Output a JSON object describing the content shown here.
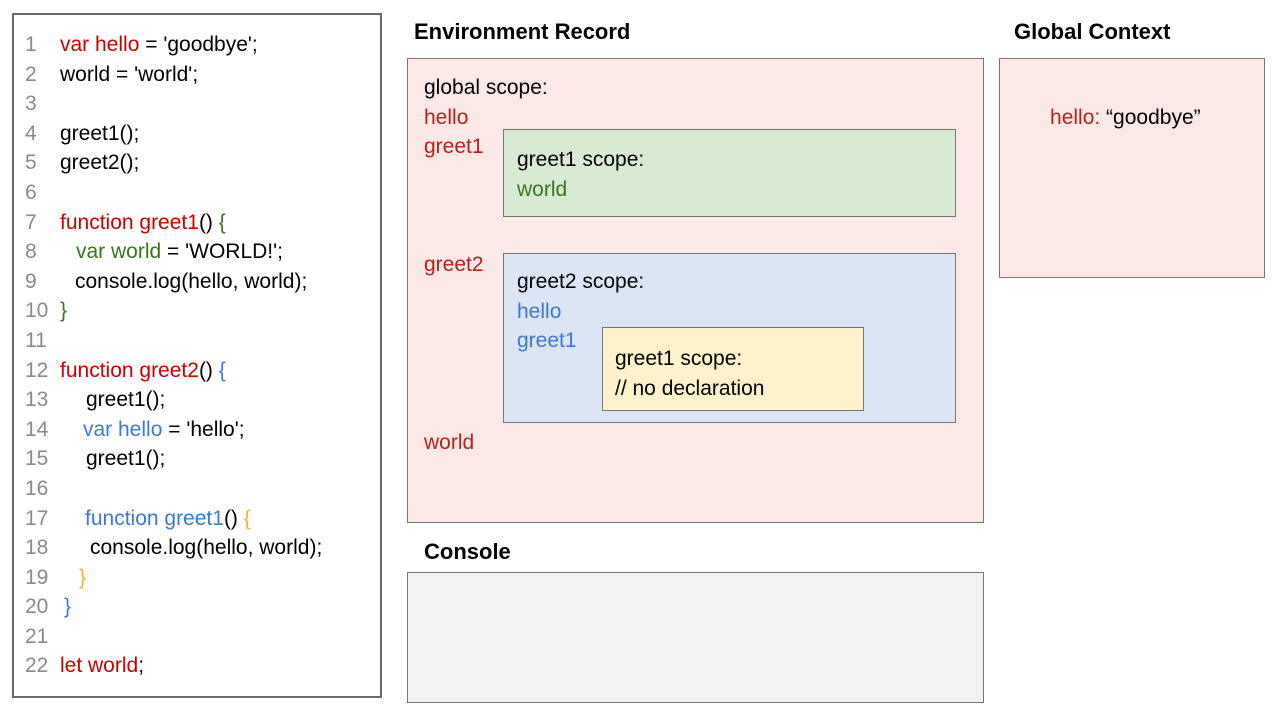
{
  "titles": {
    "environment_record": "Environment Record",
    "global_context": "Global Context",
    "console": "Console"
  },
  "code": {
    "lines": [
      {
        "num": "1",
        "indent": 0,
        "segs": [
          {
            "c": "red",
            "t": "var hello"
          },
          {
            "c": "k",
            "t": " = 'goodbye';"
          }
        ]
      },
      {
        "num": "2",
        "indent": 0,
        "segs": [
          {
            "c": "k",
            "t": "world = 'world';"
          }
        ]
      },
      {
        "num": "3",
        "indent": 0,
        "segs": []
      },
      {
        "num": "4",
        "indent": 0,
        "segs": [
          {
            "c": "k",
            "t": "greet1();"
          }
        ]
      },
      {
        "num": "5",
        "indent": 0,
        "segs": [
          {
            "c": "k",
            "t": "greet2();"
          }
        ]
      },
      {
        "num": "6",
        "indent": 0,
        "segs": []
      },
      {
        "num": "7",
        "indent": 0,
        "segs": [
          {
            "c": "red",
            "t": "function greet1"
          },
          {
            "c": "k",
            "t": "() "
          },
          {
            "c": "green",
            "t": "{"
          }
        ]
      },
      {
        "num": "8",
        "indent": 16,
        "segs": [
          {
            "c": "green",
            "t": "var world"
          },
          {
            "c": "k",
            "t": " = 'WORLD!';"
          }
        ]
      },
      {
        "num": "9",
        "indent": 15,
        "segs": [
          {
            "c": "k",
            "t": "console.log(hello, world);"
          }
        ]
      },
      {
        "num": "10",
        "indent": 0,
        "segs": [
          {
            "c": "green",
            "t": "}"
          }
        ]
      },
      {
        "num": "11",
        "indent": 0,
        "segs": []
      },
      {
        "num": "12",
        "indent": 0,
        "segs": [
          {
            "c": "red",
            "t": "function greet2"
          },
          {
            "c": "k",
            "t": "() "
          },
          {
            "c": "blue",
            "t": "{"
          }
        ]
      },
      {
        "num": "13",
        "indent": 26,
        "segs": [
          {
            "c": "k",
            "t": "greet1();"
          }
        ]
      },
      {
        "num": "14",
        "indent": 23,
        "segs": [
          {
            "c": "blue",
            "t": "var hello"
          },
          {
            "c": "k",
            "t": " = 'hello';"
          }
        ]
      },
      {
        "num": "15",
        "indent": 26,
        "segs": [
          {
            "c": "k",
            "t": "greet1();"
          }
        ]
      },
      {
        "num": "16",
        "indent": 0,
        "segs": []
      },
      {
        "num": "17",
        "indent": 25,
        "segs": [
          {
            "c": "blue",
            "t": "function greet1"
          },
          {
            "c": "k",
            "t": "() "
          },
          {
            "c": "yellow",
            "t": "{"
          }
        ]
      },
      {
        "num": "18",
        "indent": 30,
        "segs": [
          {
            "c": "k",
            "t": "console.log(hello, world);"
          }
        ]
      },
      {
        "num": "19",
        "indent": 19,
        "segs": [
          {
            "c": "yellow",
            "t": "}"
          }
        ]
      },
      {
        "num": "20",
        "indent": 4,
        "segs": [
          {
            "c": "blue",
            "t": "}"
          }
        ]
      },
      {
        "num": "21",
        "indent": 0,
        "segs": []
      },
      {
        "num": "22",
        "indent": 0,
        "segs": [
          {
            "c": "red",
            "t": "let world"
          },
          {
            "c": "k",
            "t": ";"
          }
        ]
      }
    ]
  },
  "environment": {
    "global_scope_label": "global scope:",
    "items": {
      "hello": "hello",
      "greet1": "greet1",
      "greet2": "greet2",
      "world": "world"
    },
    "greet1_scope": {
      "label": "greet1 scope:",
      "item": "world"
    },
    "greet2_scope": {
      "label": "greet2 scope:",
      "items": {
        "hello": "hello",
        "greet1": "greet1"
      },
      "inner_greet1_scope": {
        "label": "greet1 scope:",
        "comment": "// no declaration"
      }
    }
  },
  "global_context": {
    "key": "hello:",
    "value": " “goodbye”"
  },
  "console": {
    "content": ""
  },
  "colors": {
    "code_red": "#cc0000",
    "code_green": "#38761d",
    "code_blue": "#3c78d8",
    "code_yellow": "#f1b527",
    "line_number_grey": "#8a8a8a",
    "env_label_red": "#b5211d",
    "pink_bg": "#fce9e7",
    "green_bg": "#d9ead3",
    "blue_bg": "#dbe5f6",
    "yellow_bg": "#fef2cb",
    "console_bg": "#f2f2f2",
    "border_grey": "#757575"
  }
}
